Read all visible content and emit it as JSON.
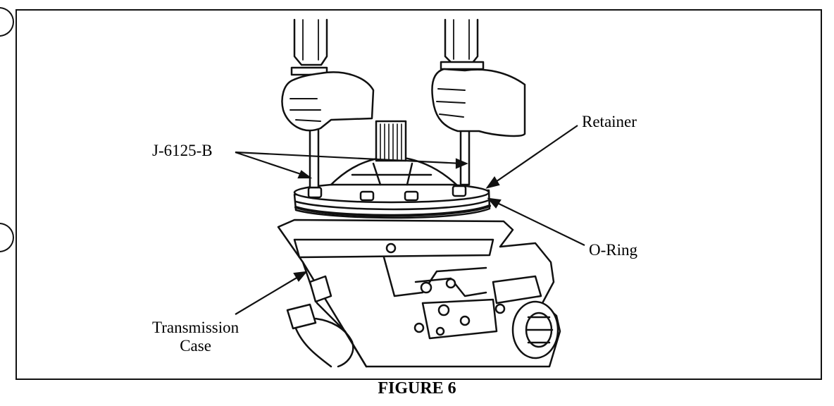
{
  "labels": {
    "retainer": "Retainer",
    "tool": "J-6125-B",
    "o_ring": "O-Ring",
    "case_line1": "Transmission",
    "case_line2": "Case"
  },
  "caption": "FIGURE 6"
}
